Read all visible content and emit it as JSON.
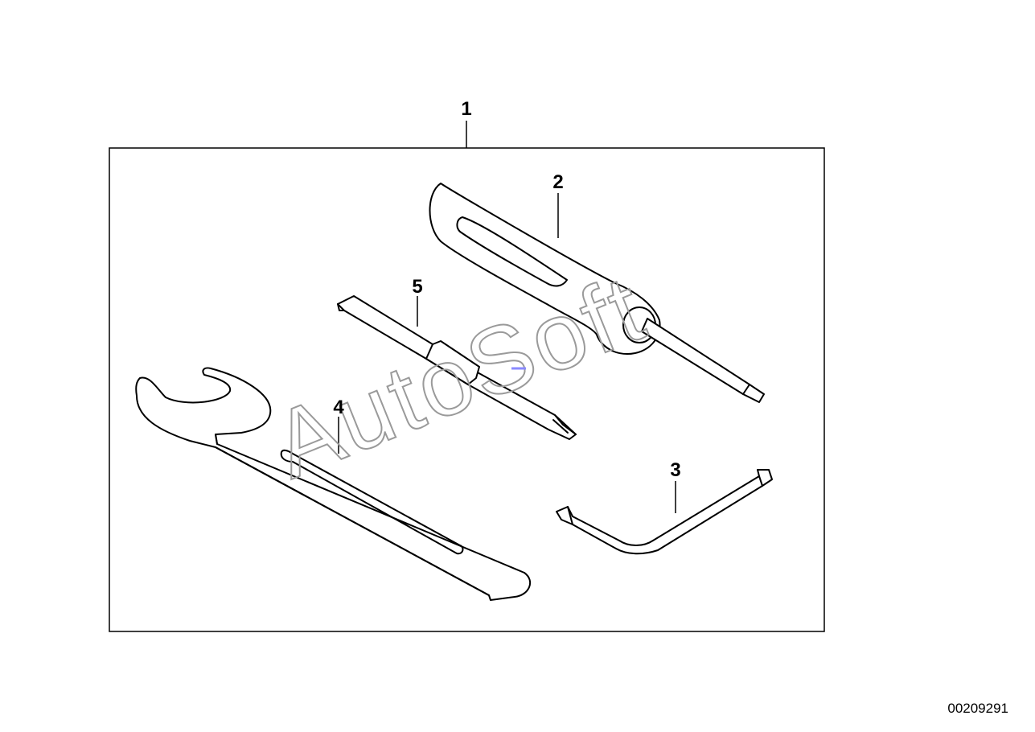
{
  "callouts": {
    "assembly": "1",
    "screwdriver": "2",
    "hex_key": "3",
    "wrench": "4",
    "bit": "5"
  },
  "document_number": "00209291",
  "watermark": "AutoSoft",
  "colors": {
    "line": "#000000",
    "background": "#ffffff",
    "watermark": "#9a9a9a",
    "mark": "#8a8aff"
  }
}
